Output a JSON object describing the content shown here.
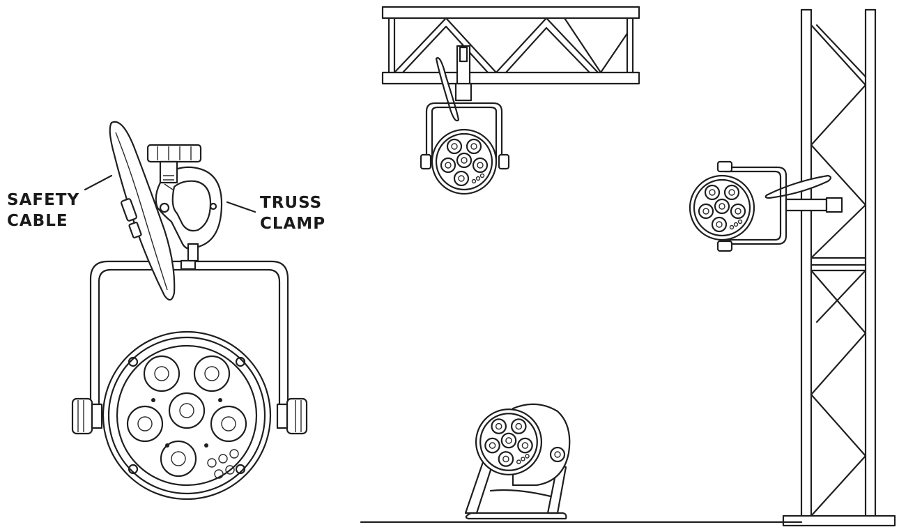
{
  "callouts": {
    "safety_cable": [
      "SAFETY",
      "CABLE"
    ],
    "truss_clamp": [
      "TRUSS",
      "CLAMP"
    ]
  },
  "icons": {
    "fixture": "led-par-fixture-icon",
    "truss": "truss-icon",
    "clamp": "truss-clamp-icon",
    "cable": "safety-cable-icon"
  },
  "colors": {
    "line": "#1f1f1f",
    "background": "#ffffff"
  }
}
